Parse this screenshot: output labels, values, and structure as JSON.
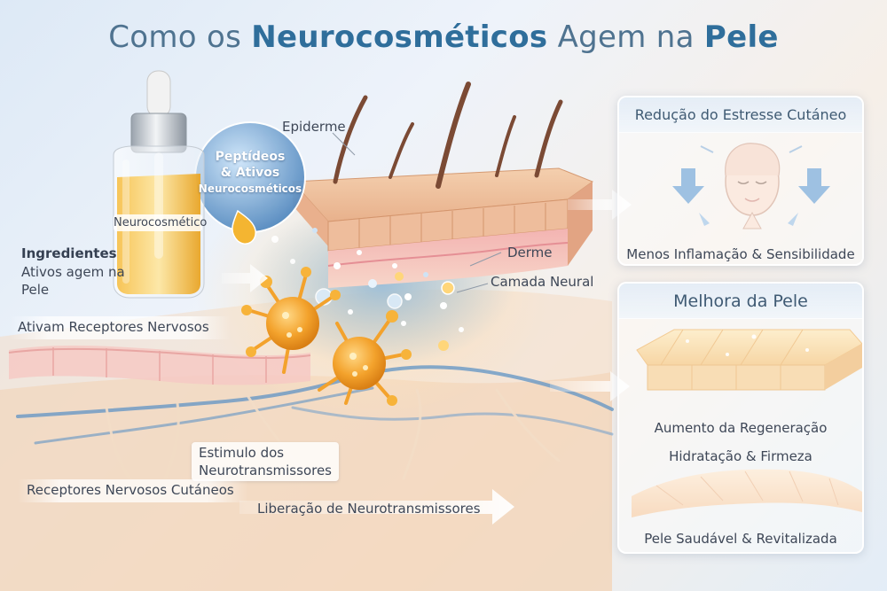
{
  "title": {
    "part1": "Como os ",
    "highlight1": "Neurocosméticos",
    "part2": " Agem na ",
    "highlight2": "Pele"
  },
  "bottle": {
    "label": "Neurocosmético"
  },
  "bubble": {
    "line1": "Peptídeos",
    "line2": "& Ativos",
    "line3": "Neurocosméticos"
  },
  "labels": {
    "epiderme": "Epiderme",
    "derme": "Derme",
    "camada_neural": "Camada Neural",
    "ingredientes_title": "Ingredientes",
    "ingredientes_text": "Ativos agem na Pele",
    "ativam": "Ativam Receptores Nervosos",
    "estimulo_line1": "Estimulo dos",
    "estimulo_line2": "Neurotransmissores",
    "receptores": "Receptores Nervosos Cutáneos",
    "liberacao": "Liberação de Neurotransmissores"
  },
  "panels": {
    "stress": {
      "title": "Redução do Estresse Cutáneo",
      "caption": "Menos Inflamação & Sensibilidade"
    },
    "improve": {
      "title": "Melhora da Pele",
      "caption1": "Aumento da Regeneração",
      "caption2": "Hidratação & Firmeza",
      "caption3": "Pele Saudável & Revitalizada"
    }
  },
  "colors": {
    "title_accent": "#2f6e9b",
    "serum": "#f2b12e",
    "neuron": "#f0a12a",
    "skin": "#f1c6a3",
    "nerve_blue": "#5f93c4"
  },
  "icons": {
    "arrow": "arrow-right-icon",
    "face": "relaxed-face-icon",
    "down_arrows": "arrow-down-icon"
  }
}
